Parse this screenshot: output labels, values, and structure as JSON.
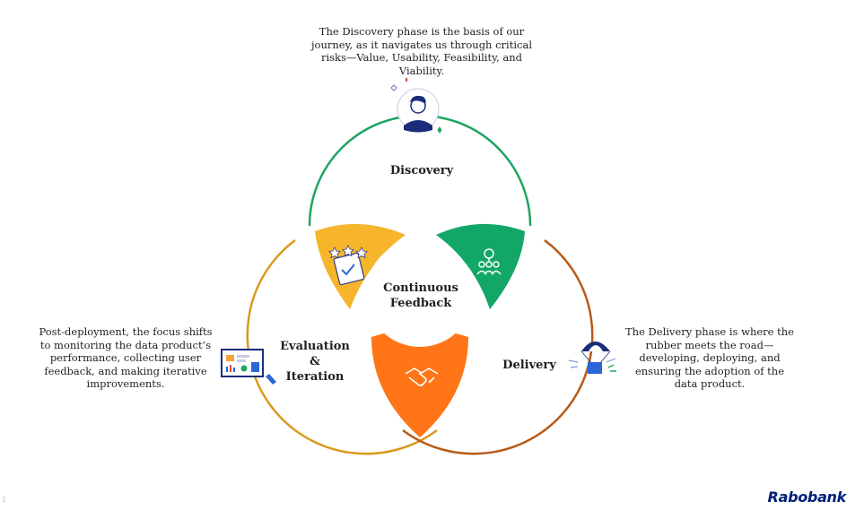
{
  "descriptions": {
    "discovery": "The Discovery phase is the basis of our journey, as it navigates us through critical risks—Value, Usability, Feasibility, and Viability.",
    "evaluation": "Post-deployment, the focus shifts to monitoring the data product’s performance, collecting user feedback, and making iterative improvements.",
    "delivery": "The Delivery phase is where the rubber meets the road—developing, deploying, and ensuring the adoption of the data product."
  },
  "labels": {
    "discovery": "Discovery",
    "center_line1": "Continuous",
    "center_line2": "Feedback",
    "evaluation_line1": "Evaluation",
    "evaluation_line2": "&",
    "evaluation_line3": "Iteration",
    "delivery": "Delivery"
  },
  "brand": "Rabobank",
  "page_number": "1",
  "colors": {
    "discovery": "#1fa463",
    "evaluation": "#d99a1e",
    "delivery": "#b85a17",
    "overlap_yellow": "#f7b52c",
    "overlap_green": "#12a766",
    "overlap_orange": "#ff7517",
    "brand": "#001f7a"
  },
  "icons": {
    "discovery": "person-avatar-icon",
    "evaluation": "dashboard-screen-icon",
    "delivery": "parachute-box-icon",
    "overlap_yellow": "star-rating-checklist-icon",
    "overlap_green": "team-idea-icon",
    "overlap_orange": "handshake-icon"
  }
}
